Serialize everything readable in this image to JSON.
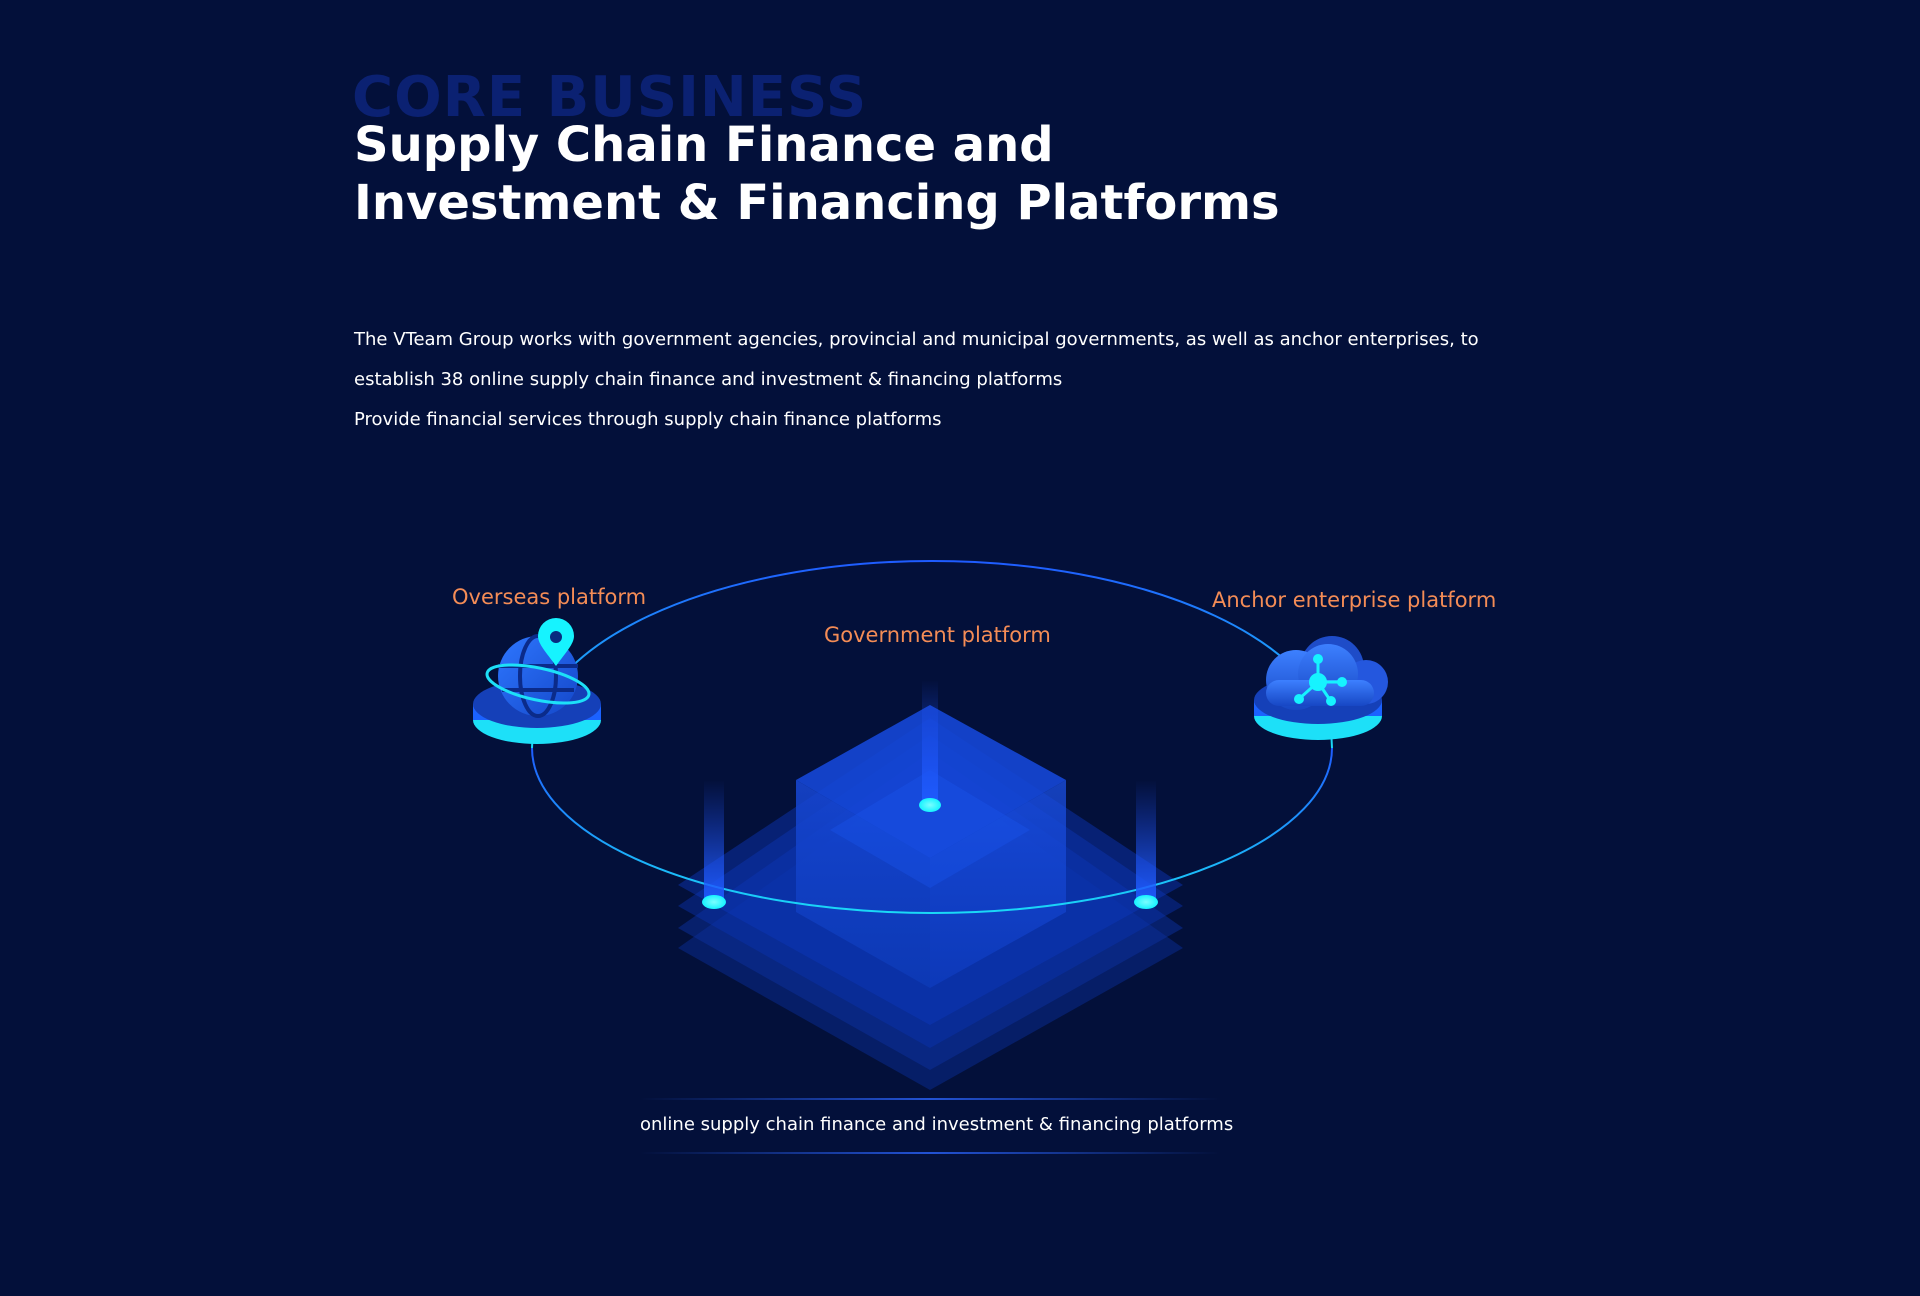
{
  "header": {
    "eyebrow": "CORE BUSINESS",
    "title": "Supply Chain Finance and Investment & Financing Platforms"
  },
  "description": {
    "line1": "The VTeam Group works with government agencies, provincial and municipal governments, as well as anchor enterprises, to establish 38 online supply chain finance and investment & financing platforms",
    "line2": "Provide financial services through supply chain finance platforms"
  },
  "diagram": {
    "overseas_label": "Overseas platform",
    "government_label": "Government platform",
    "anchor_label": "Anchor enterprise platform",
    "caption": "online supply chain finance and investment & financing platforms",
    "icons": {
      "overseas": "globe-location-icon",
      "anchor": "cloud-network-icon",
      "government": "isometric-cube-icon"
    }
  },
  "colors": {
    "background": "#03103a",
    "eyebrow": "#0b2172",
    "label_accent": "#f48c56",
    "ring_blue": "#1f5cff",
    "ring_cyan": "#1ad9f7",
    "glow": "#16f3ff"
  }
}
